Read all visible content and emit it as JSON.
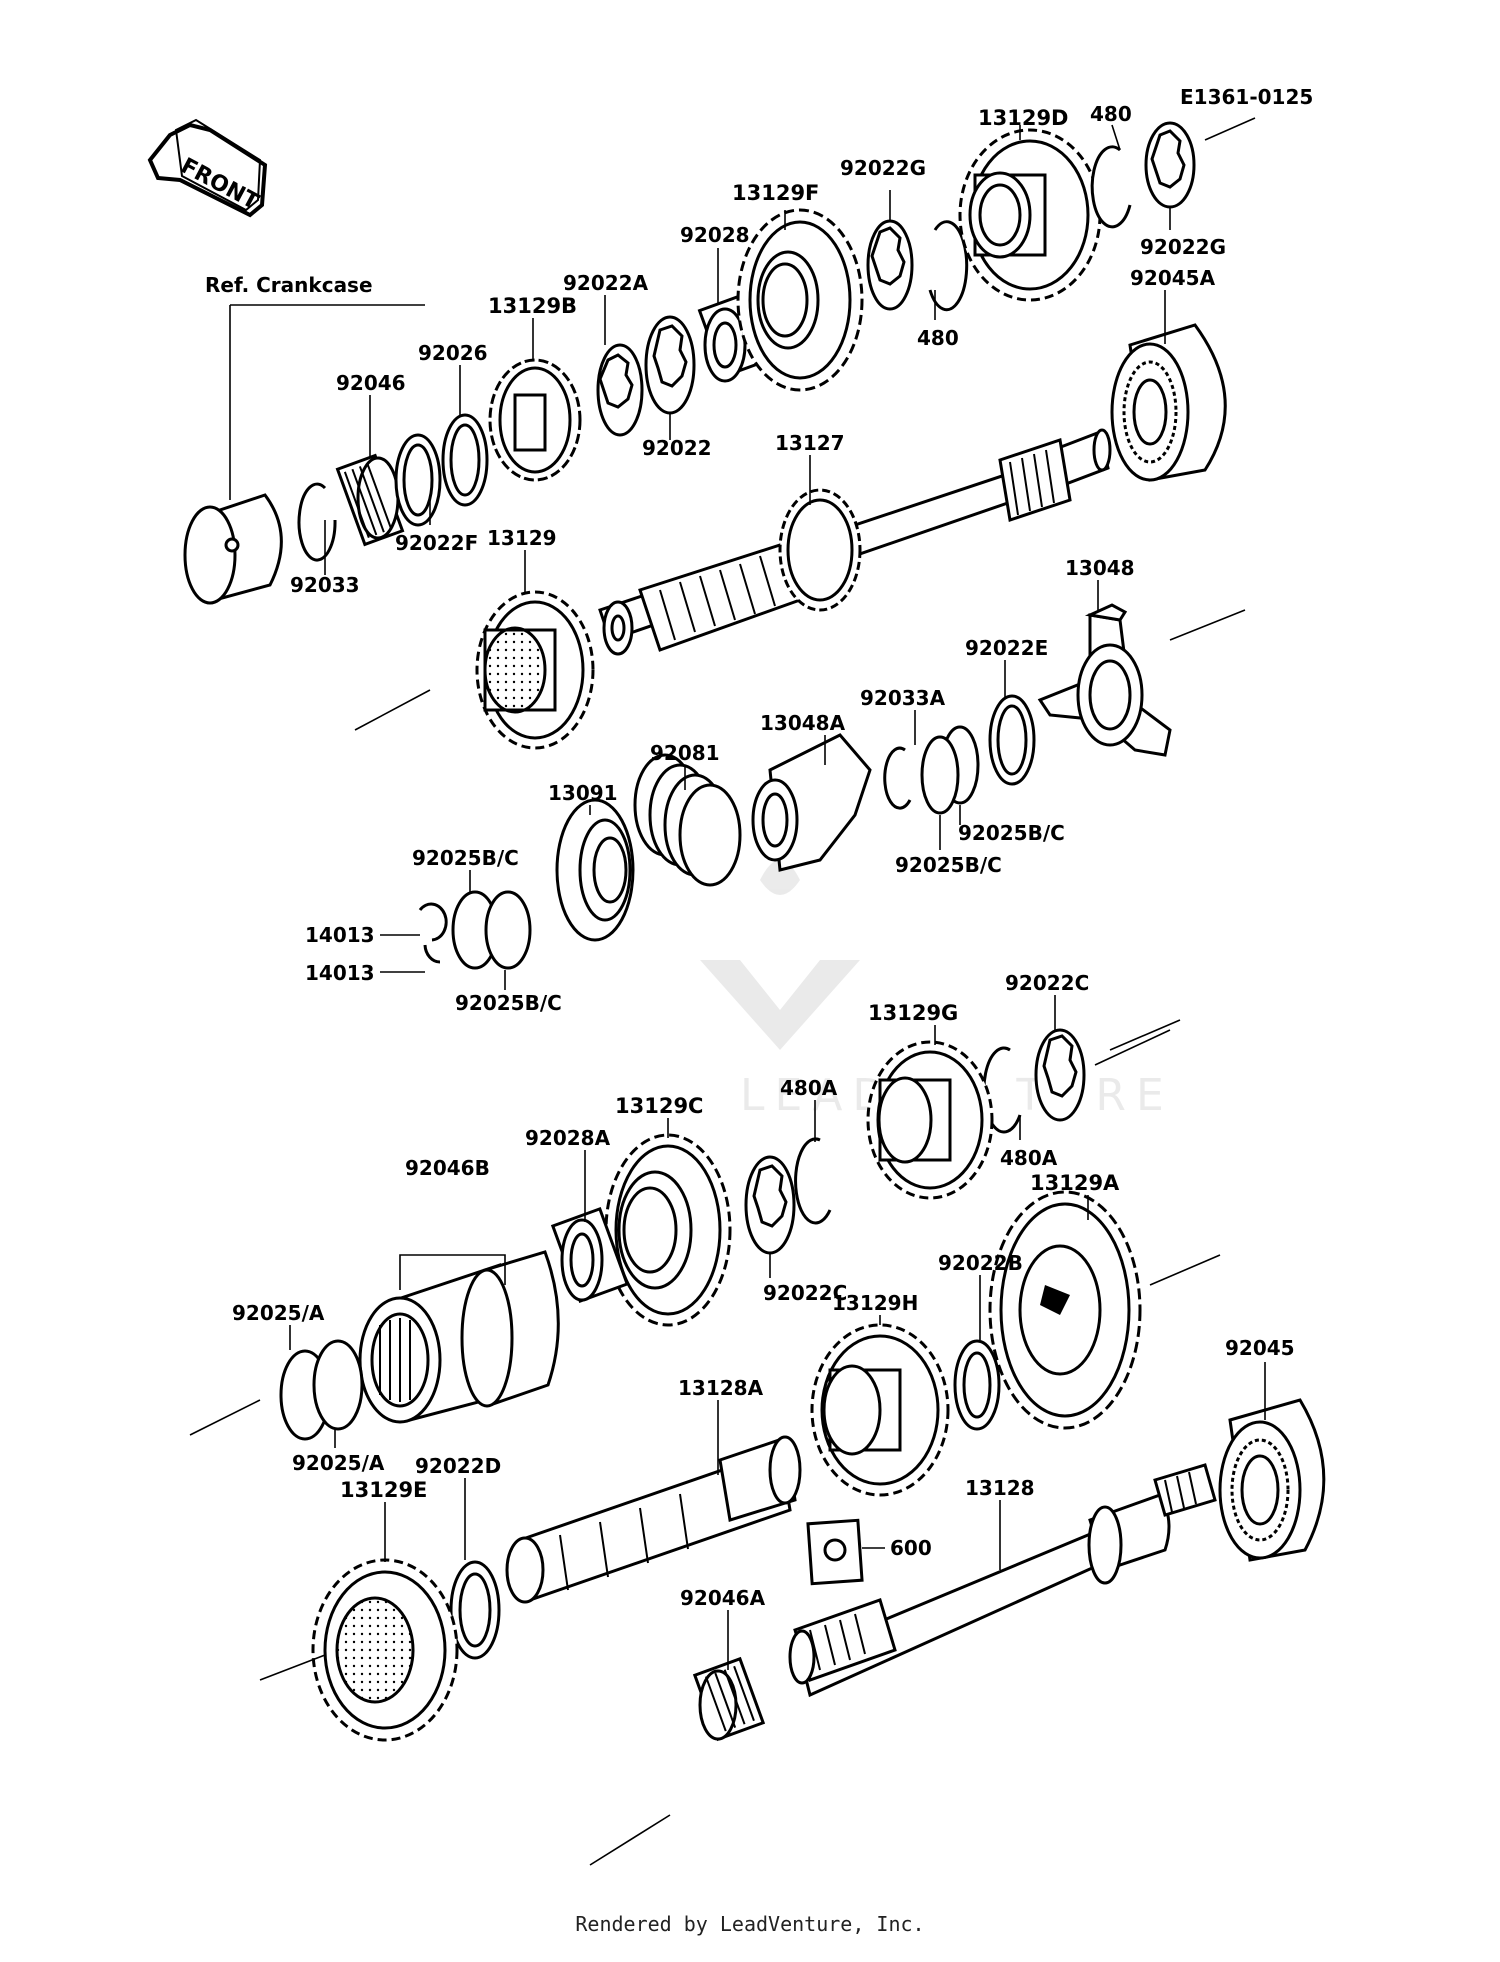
{
  "diagram_code": "E1361-0125",
  "front_arrow_text": "FRONT",
  "ref_text": "Ref. Crankcase",
  "footer": "Rendered by LeadVenture, Inc.",
  "watermark": "LEADVENTURE",
  "labels": {
    "p13129D": "13129D",
    "p480_top": "480",
    "p92022G_top": "92022G",
    "p92022G_right": "92022G",
    "p480_mid": "480",
    "p13129F": "13129F",
    "p92028": "92028",
    "p92022A": "92022A",
    "p13129B": "13129B",
    "p92026": "92026",
    "p92046": "92046",
    "p92022": "92022",
    "p92045A": "92045A",
    "p13127": "13127",
    "p92022F": "92022F",
    "p92033": "92033",
    "p13129": "13129",
    "p13048": "13048",
    "p92022E": "92022E",
    "p92033A": "92033A",
    "p13048A": "13048A",
    "p92081": "92081",
    "p13091": "13091",
    "p92025BC_1": "92025B/C",
    "p92025BC_2": "92025B/C",
    "p92025BC_3": "92025B/C",
    "p92025BC_4": "92025B/C",
    "p14013_1": "14013",
    "p14013_2": "14013",
    "p92022C_top": "92022C",
    "p13129G": "13129G",
    "p480A_top": "480A",
    "p480A_bot": "480A",
    "p13129C": "13129C",
    "p92028A": "92028A",
    "p92046B": "92046B",
    "p92022C_mid": "92022C",
    "p13129A": "13129A",
    "p92022B": "92022B",
    "p13129H": "13129H",
    "p92025A_1": "92025/A",
    "p92025A_2": "92025/A",
    "p92045": "92045",
    "p13128A": "13128A",
    "p92022D": "92022D",
    "p13129E": "13129E",
    "p13128": "13128",
    "p600": "600",
    "p92046A": "92046A"
  }
}
